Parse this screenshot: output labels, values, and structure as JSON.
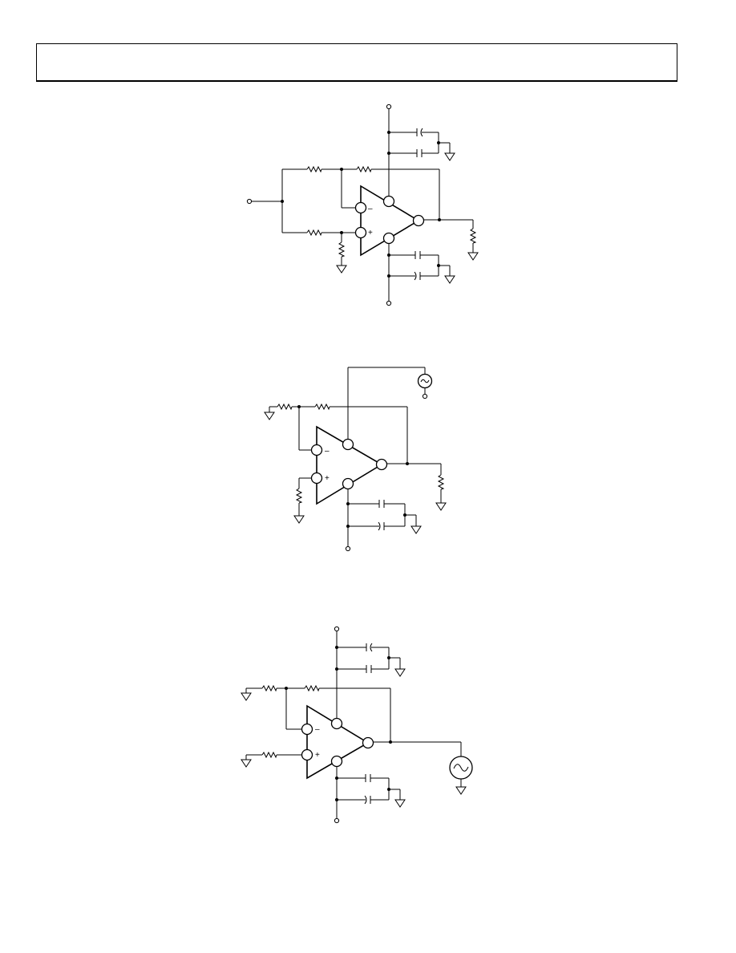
{
  "figures": [
    {
      "id": "dual-supply-amplifier",
      "inverting_sign": "–",
      "noninverting_sign": "+"
    },
    {
      "id": "signal-on-supply",
      "inverting_sign": "–",
      "noninverting_sign": "+"
    },
    {
      "id": "signal-on-output",
      "inverting_sign": "–",
      "noninverting_sign": "+"
    }
  ],
  "icons": {
    "resistor": "resistor-icon",
    "capacitor": "capacitor-icon",
    "polarized_capacitor": "polarized-capacitor-icon",
    "ground": "ground-icon",
    "source": "ac-source-icon",
    "terminal": "terminal-icon"
  }
}
